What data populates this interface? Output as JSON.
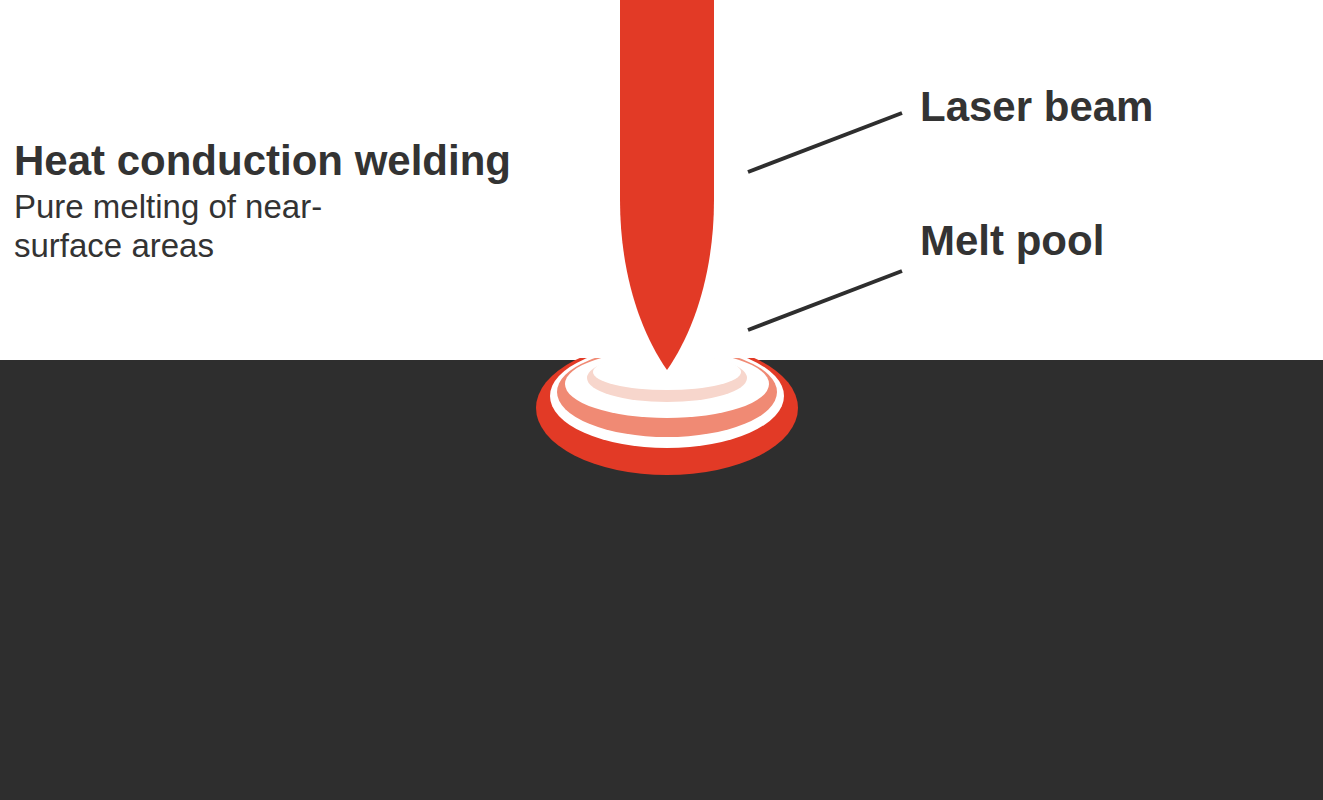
{
  "diagram": {
    "title": "Heat conduction welding",
    "labels": [
      "Pure melting of near-surface areas",
      "Laser beam",
      "Melt pool"
    ]
  }
}
